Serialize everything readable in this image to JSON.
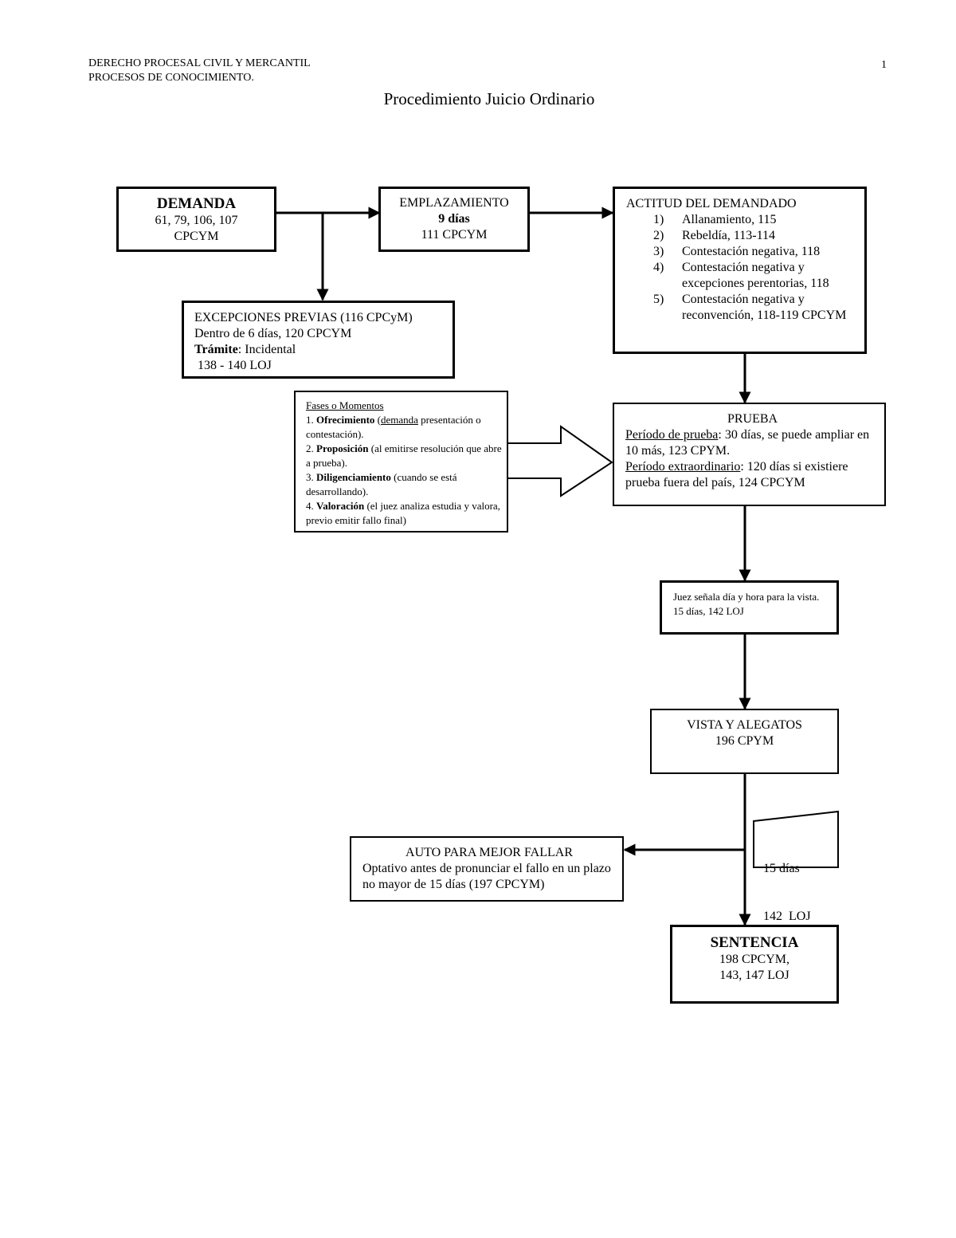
{
  "header": {
    "line1": "DERECHO PROCESAL CIVIL Y MERCANTIL",
    "line2": "PROCESOS DE CONOCIMIENTO.",
    "page_number": "1"
  },
  "title": "Procedimiento Juicio Ordinario",
  "demanda": {
    "title": "DEMANDA",
    "line1": "61, 79, 106, 107",
    "line2": "CPCYM"
  },
  "emplazamiento": {
    "title": "EMPLAZAMIENTO",
    "days": "9 días",
    "ref": "111 CPCYM"
  },
  "excepciones": {
    "line1": "EXCEPCIONES PREVIAS (116 CPCyM)",
    "line2": "Dentro de 6 días, 120 CPCYM",
    "tramite_label": "Trámite",
    "tramite_value": ": Incidental",
    "line4": "138 - 140 LOJ"
  },
  "actitud": {
    "title": "ACTITUD DEL DEMANDADO",
    "items": [
      {
        "num": "1)",
        "text": "Allanamiento, 115"
      },
      {
        "num": "2)",
        "text": "Rebeldía, 113-114"
      },
      {
        "num": "3)",
        "text": "Contestación negativa, 118"
      },
      {
        "num": "4)",
        "text": "Contestación negativa y excepciones perentorias, 118"
      },
      {
        "num": "5)",
        "text": "Contestación negativa y reconvención, 118-119 CPCYM"
      }
    ]
  },
  "fases": {
    "heading": "Fases o Momentos",
    "items": [
      {
        "prefix": "1. ",
        "bold": "Ofrecimiento",
        "pre_u": " (",
        "underlined": "demanda",
        "rest": " presentación o contestación)."
      },
      {
        "prefix": "2. ",
        "bold": "Proposición",
        "pre_u": "",
        "underlined": "",
        "rest": " (al emitirse resolución que abre a prueba)."
      },
      {
        "prefix": "3. ",
        "bold": "Diligenciamiento",
        "pre_u": "",
        "underlined": "",
        "rest": " (cuando se está desarrollando)."
      },
      {
        "prefix": "4. ",
        "bold": "Valoración",
        "pre_u": "",
        "underlined": "",
        "rest": " (el juez analiza estudia y valora, previo emitir fallo final)"
      }
    ]
  },
  "prueba": {
    "title": "PRUEBA",
    "p1_label": "Período de prueba",
    "p1_text": ": 30 días, se puede ampliar en 10 más, 123 CPYM.",
    "p2_label": "Período extraordinario",
    "p2_text": ": 120 días si existiere prueba fuera del país, 124 CPCYM"
  },
  "juez": {
    "text": "Juez señala día y hora para la vista.    15 días, 142 LOJ"
  },
  "vista": {
    "line1": "VISTA Y ALEGATOS",
    "line2": "196 CPYM"
  },
  "nota": {
    "line1": "15 días",
    "line2": "142  LOJ"
  },
  "auto": {
    "title": "AUTO PARA MEJOR FALLAR",
    "text": "Optativo antes de pronunciar el fallo en un plazo no mayor de 15 días (197 CPCYM)"
  },
  "sentencia": {
    "title": "SENTENCIA",
    "line1": "198 CPCYM,",
    "line2": "143, 147 LOJ"
  }
}
